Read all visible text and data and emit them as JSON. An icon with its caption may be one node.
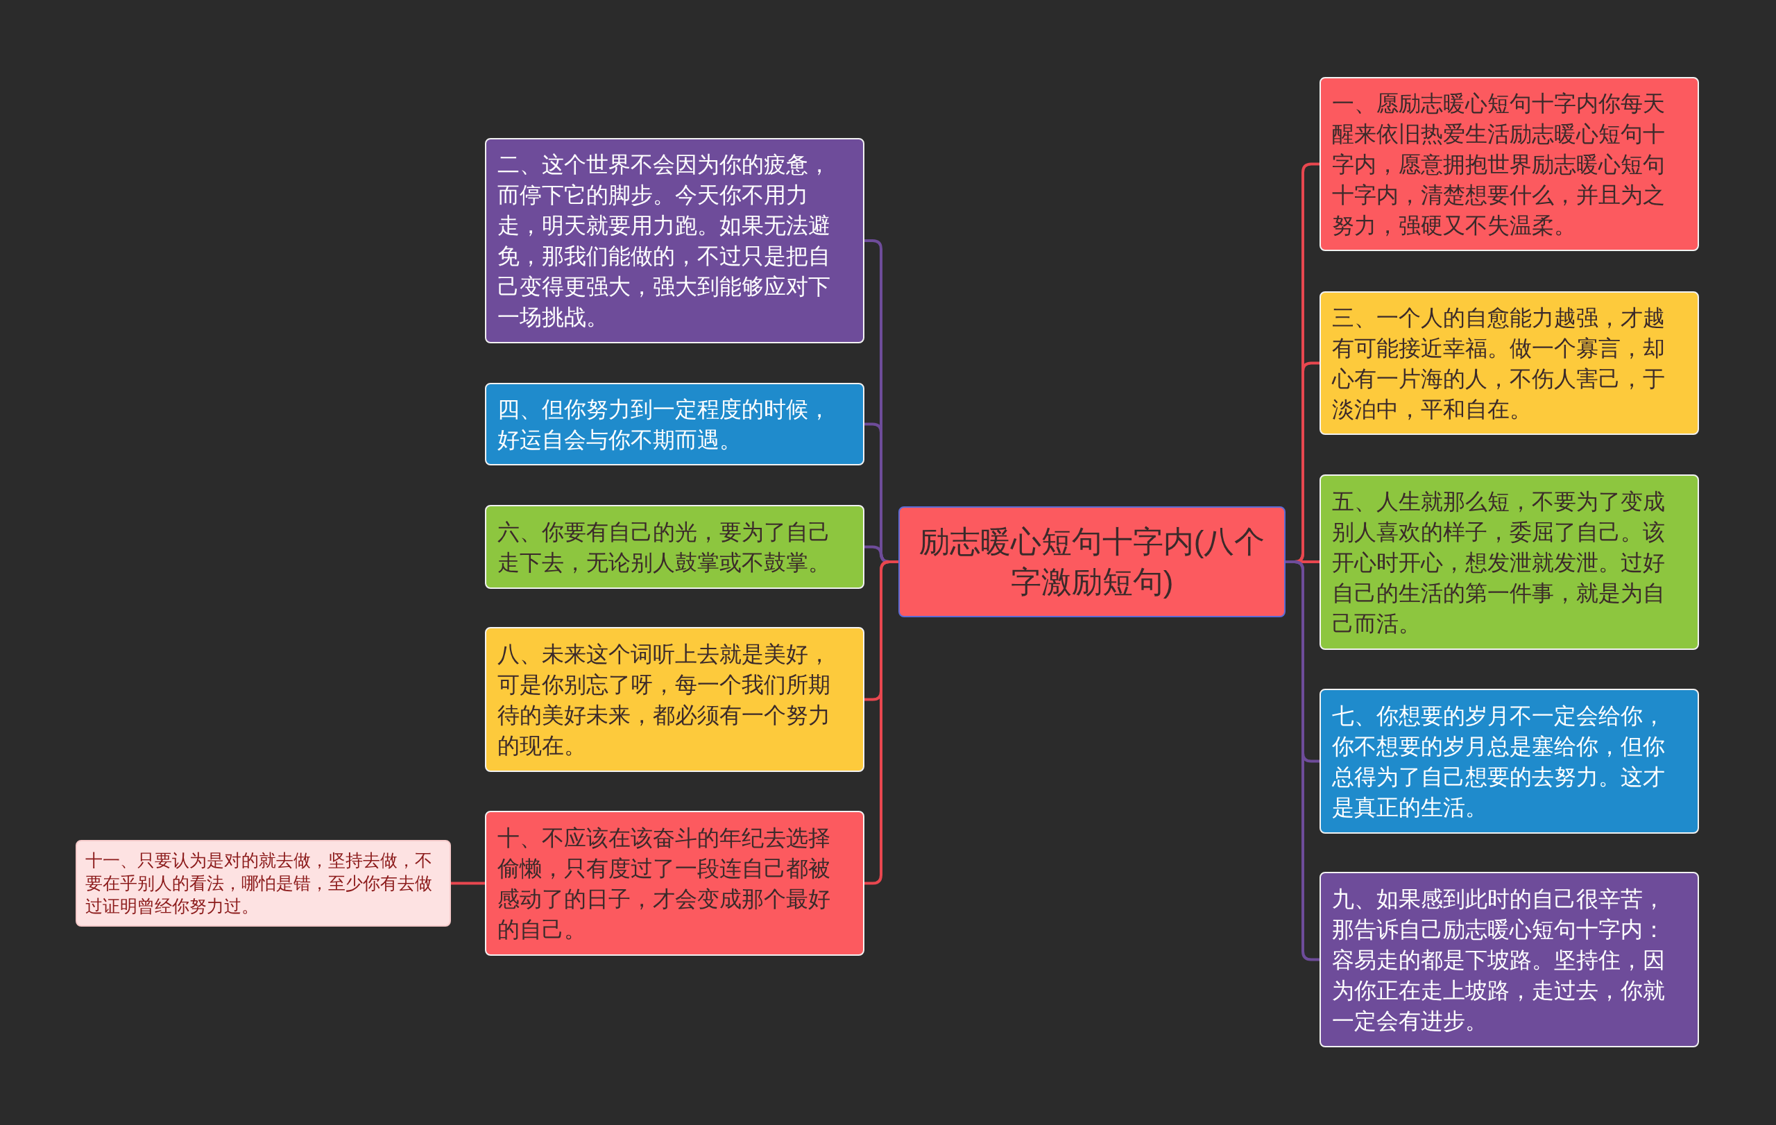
{
  "diagram": {
    "nodes": [
      {
        "text": [
          "励志暖心短句十字内(八个字激励短句)"
        ]
      },
      {
        "text": [
          "一、愿励志暖心短句十字内你每天醒来依旧热爱生活励志暖心短句十字内，愿意拥抱世界励志暖心短句十字内，清楚想要什么，并且为之努力，强硬又不失温柔。"
        ]
      },
      {
        "text": [
          "二、这个世界不会因为你的疲惫，而停下它的脚步。今天你不用力走，明天就要用力跑。如果无法避免，那我们能做的，不过只是把自己变得更强大，强大到能够应对下一场挑战。"
        ]
      },
      {
        "text": [
          "三、一个人的自愈能力越强，才越有可能接近幸福。做一个寡言，却心有一片海的人，不伤人害己，于淡泊中，平和自在。"
        ]
      },
      {
        "text": [
          "四、但你努力到一定程度的时候，好运自会与你不期而遇。"
        ]
      },
      {
        "text": [
          "五、人生就那么短，不要为了变成别人喜欢的样子，委屈了自己。该开心时开心，想发泄就发泄。过好自己的生活的第一件事，就是为自己而活。"
        ]
      },
      {
        "text": [
          "六、你要有自己的光，要为了自己走下去，无论别人鼓掌或不鼓掌。"
        ]
      },
      {
        "text": [
          "七、你想要的岁月不一定会给你，你不想要的岁月总是塞给你，但你总得为了自己想要的去努力。这才是真正的生活。"
        ]
      },
      {
        "text": [
          "八、未来这个词听上去就是美好，可是你别忘了呀，每一个我们所期待的美好未来，都必须有一个努力的现在。"
        ]
      },
      {
        "text": [
          "九、如果感到此时的自己很辛苦，那告诉自己励志暖心短句十字内：容易走的都是下坡路。坚持住，因为你正在走上坡路，走过去，你就一定会有进步。"
        ]
      },
      {
        "text": [
          "十、不应该在该奋斗的年纪去选择偷懒，只有度过了一段连自己都被感动了的日子，才会变成那个最好的自己。"
        ]
      },
      {
        "text": [
          "十一、只要认为是对的就去做，坚持去做，不要在乎别人的看法，哪怕是错，至少你有去做过证明曾经你努力过。"
        ]
      }
    ],
    "edges": [
      {
        "from": 0,
        "to": 1,
        "arrow": "none"
      },
      {
        "from": 0,
        "to": 3,
        "arrow": "none"
      },
      {
        "from": 0,
        "to": 5,
        "arrow": "none"
      },
      {
        "from": 0,
        "to": 7,
        "arrow": "none",
        "color": "#6e4c9a"
      },
      {
        "from": 0,
        "to": 9,
        "arrow": "none",
        "color": "#6e4c9a"
      },
      {
        "from": 0,
        "to": 2,
        "arrow": "none",
        "color": "#6e4c9a"
      },
      {
        "from": 0,
        "to": 4,
        "arrow": "none",
        "color": "#6e4c9a"
      },
      {
        "from": 0,
        "to": 6,
        "arrow": "none",
        "color": "#6e4c9a"
      },
      {
        "from": 0,
        "to": 8,
        "arrow": "none"
      },
      {
        "from": 0,
        "to": 10,
        "arrow": "none"
      },
      {
        "from": 10,
        "to": 11,
        "arrow": "none"
      }
    ]
  }
}
